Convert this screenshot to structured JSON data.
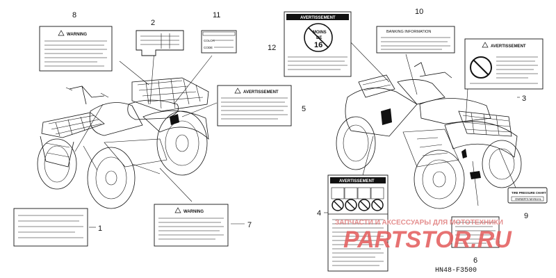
{
  "diagram_code": "HN48-F3500",
  "watermark": {
    "line1": "ЗАПЧАСТИ И АКСЕССУАРЫ ДЛЯ МОТОТЕХНИКИ",
    "line2": "PARTSTOR.RU"
  },
  "labels": {
    "warning_8": "WARNING",
    "warning_7": "WARNING",
    "avert_5": "AVERTISSEMENT",
    "avert_12": "AVERTISSEMENT",
    "avert_3": "AVERTISSEMENT",
    "avert_4": "AVERTISSEMENT",
    "info_10": "BANKING INFORMATION",
    "tire_9_line1": "TIRE PRESSURE CHART",
    "tire_9_line2": "OWNER'S MANUAL",
    "color_11_a": "COLOR",
    "color_11_b": "CODE",
    "age_12_line1": "MOINS",
    "age_12_line2": "DE",
    "age_12_line3": "16"
  },
  "callouts": [
    "1",
    "2",
    "3",
    "4",
    "5",
    "6",
    "7",
    "8",
    "9",
    "10",
    "11",
    "12"
  ]
}
